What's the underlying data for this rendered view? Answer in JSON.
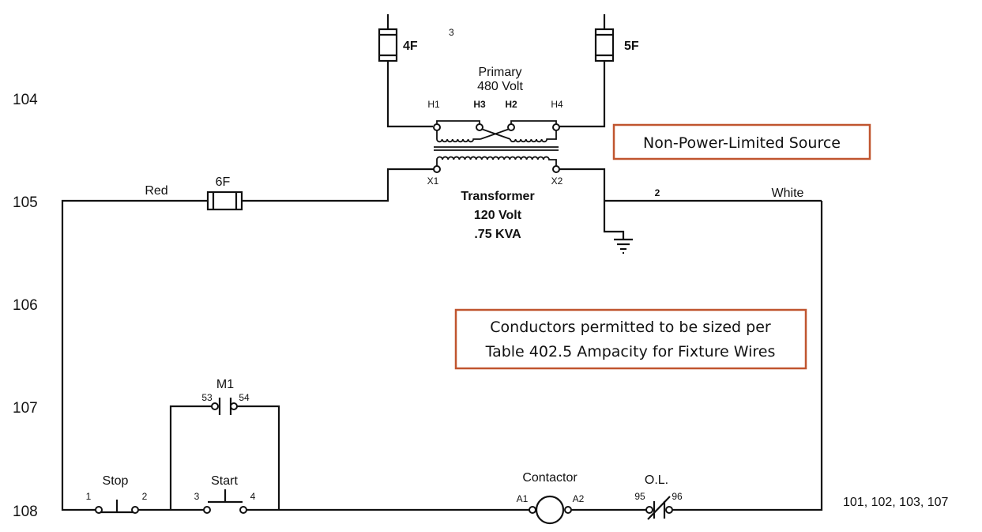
{
  "diagram": {
    "type": "ladder-control-schematic",
    "rung_numbers": [
      "104",
      "105",
      "106",
      "107",
      "108"
    ],
    "cross_reference": "101, 102, 103, 107",
    "primary": {
      "fuse_left": "4F",
      "fuse_right": "5F",
      "wire_number": "3",
      "title": "Primary",
      "voltage": "480 Volt",
      "terminals": [
        "H1",
        "H3",
        "H2",
        "H4"
      ]
    },
    "transformer": {
      "title": "Transformer",
      "voltage": "120 Volt",
      "rating": ".75 KVA",
      "secondary_terminals": [
        "X1",
        "X2"
      ]
    },
    "secondary": {
      "left_wire_color": "Red",
      "fuse": "6F",
      "right_wire_number": "2",
      "right_wire_color": "White"
    },
    "notes": {
      "source": "Non-Power-Limited Source",
      "conductors_line1": "Conductors permitted to be sized per",
      "conductors_line2": "Table 402.5 Ampacity for Fixture Wires",
      "border_color": "#c0552f"
    },
    "control": {
      "stop": {
        "label": "Stop",
        "terminals": [
          "1",
          "2"
        ]
      },
      "start": {
        "label": "Start",
        "terminals": [
          "3",
          "4"
        ]
      },
      "seal_in": {
        "label": "M1",
        "terminals": [
          "53",
          "54"
        ]
      },
      "coil": {
        "label": "Contactor",
        "terminals": [
          "A1",
          "A2"
        ]
      },
      "overload": {
        "label": "O.L.",
        "terminals": [
          "95",
          "96"
        ]
      }
    }
  }
}
